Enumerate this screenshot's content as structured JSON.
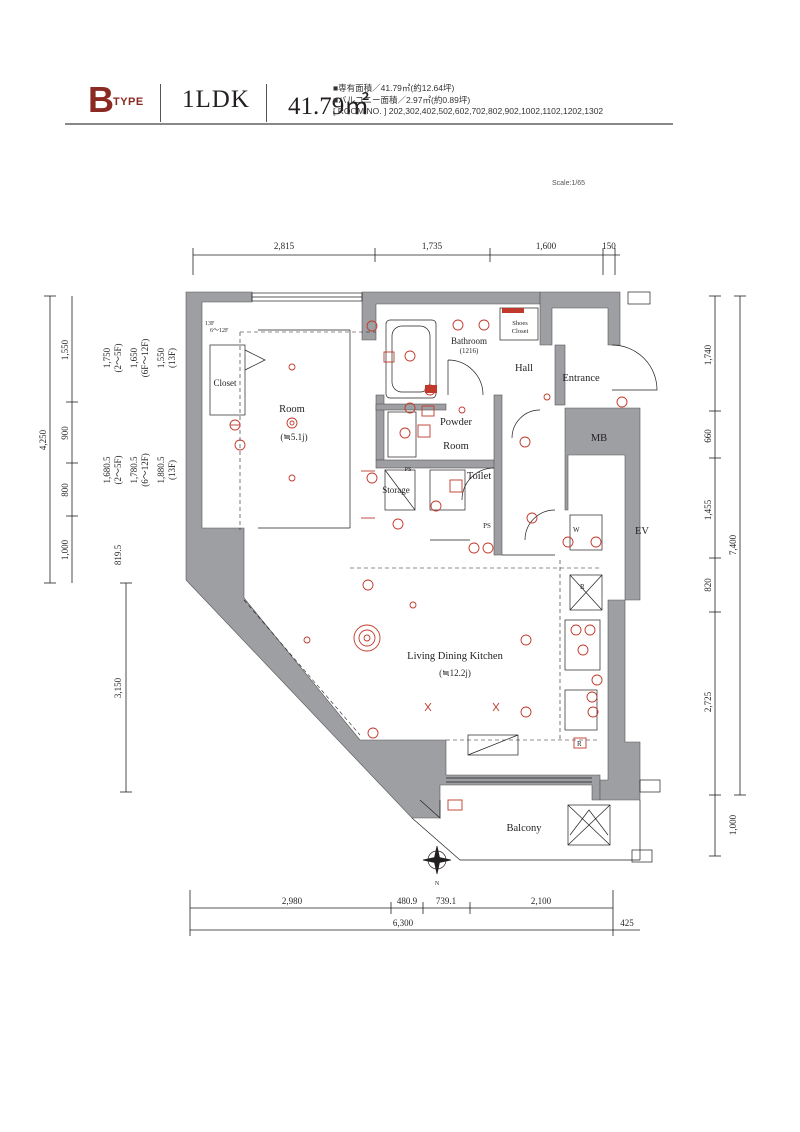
{
  "header": {
    "type_letter": "B",
    "type_word": "TYPE",
    "layout": "1LDK",
    "area": "41.79㎡",
    "info_line1": "■専有面積／41.79㎡(約12.64坪)",
    "info_line2": "■バルコニー面積／2.97㎡(約0.89坪)",
    "info_line3": "[ ROOM NO. ] 202,302,402,502,602,702,802,902,1002,1102,1202,1302"
  },
  "scale": "Scale:1/65",
  "rooms": {
    "closet": "Closet",
    "room": "Room",
    "room_size": "(≒5.1j)",
    "bathroom": "Bathroom",
    "bathroom_size": "(1216)",
    "shoes_closet_1": "Shoes",
    "shoes_closet_2": "Closet",
    "hall": "Hall",
    "entrance": "Entrance",
    "mb": "MB",
    "powder_room_1": "Powder",
    "powder_room_2": "Room",
    "toilet": "Toilet",
    "storage": "Storage",
    "ps1": "PS",
    "ps2": "PS",
    "ev": "EV",
    "w": "W",
    "r": "R",
    "r2": "R",
    "ldk": "Living Dining Kitchen",
    "ldk_size": "(≒12.2j)",
    "balcony": "Balcony",
    "floor_note_a": "13F",
    "floor_note_b": "6～12F",
    "north": "N"
  },
  "dims_top": [
    "2,815",
    "1,735",
    "1,600",
    "150"
  ],
  "dims_bottom_a": [
    "2,980",
    "480.9",
    "739.1",
    "2,100"
  ],
  "dims_bottom_b": [
    "6,300",
    "425"
  ],
  "dims_left_outer": [
    "4,250"
  ],
  "dims_left_a": [
    "1,550",
    "900",
    "800",
    "1,000"
  ],
  "dims_left_b": [
    "1,750",
    "(2～5F)",
    "1,680.5",
    "(2～5F)",
    "819.5",
    "3,150"
  ],
  "dims_left_c": [
    "1,650",
    "(6F～12F)",
    "1,780.5",
    "(6～12F)"
  ],
  "dims_left_d": [
    "1,550",
    "(13F)",
    "1,880.5",
    "(13F)"
  ],
  "dims_right_a": [
    "1,740",
    "660",
    "1,455",
    "820",
    "2,725",
    "1,000"
  ],
  "dims_right_b": [
    "7,400"
  ],
  "colors": {
    "accent": "#8b2a22",
    "wall": "#9d9fa2",
    "fixture": "#c0392b"
  }
}
